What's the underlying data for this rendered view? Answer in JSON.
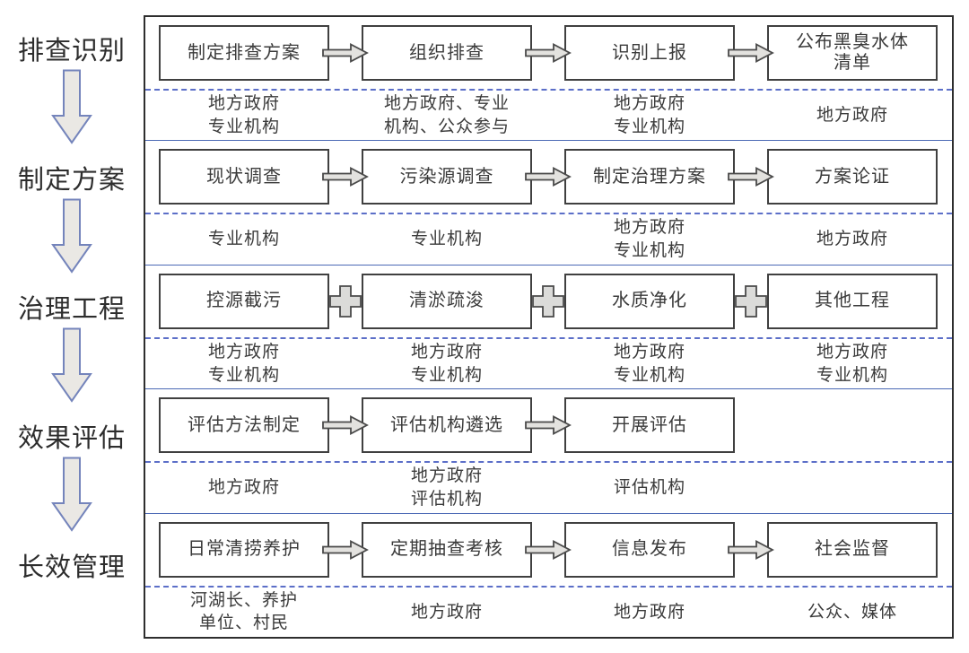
{
  "figure": {
    "description": "黑臭水体治理流程图",
    "columns_per_row": 4
  },
  "colors": {
    "outer_border": "#2e2e2e",
    "box_border": "#404040",
    "solid_separator_blue": "#4b69b5",
    "dashed_separator_blue": "#5c6fc8",
    "connector_fill": "#e3e2df",
    "connector_stroke": "#4a4a4a",
    "plus_fill": "#dbdbd9",
    "stage_arrow_fill": "#eae8e4",
    "stage_arrow_stroke": "#7484bb",
    "text": "#3a3a3a"
  },
  "stages": [
    {
      "label": "排查识别",
      "connector": "arrow",
      "steps": [
        {
          "title": "制定排查方案",
          "actors": "地方政府\n专业机构"
        },
        {
          "title": "组织排查",
          "actors": "地方政府、专业\n机构、公众参与"
        },
        {
          "title": "识别上报",
          "actors": "地方政府\n专业机构"
        },
        {
          "title": "公布黑臭水体\n清单",
          "actors": "地方政府"
        }
      ]
    },
    {
      "label": "制定方案",
      "connector": "arrow",
      "steps": [
        {
          "title": "现状调查",
          "actors": "专业机构"
        },
        {
          "title": "污染源调查",
          "actors": "专业机构"
        },
        {
          "title": "制定治理方案",
          "actors": "地方政府\n专业机构"
        },
        {
          "title": "方案论证",
          "actors": "地方政府"
        }
      ]
    },
    {
      "label": "治理工程",
      "connector": "plus",
      "steps": [
        {
          "title": "控源截污",
          "actors": "地方政府\n专业机构"
        },
        {
          "title": "清淤疏浚",
          "actors": "地方政府\n专业机构"
        },
        {
          "title": "水质净化",
          "actors": "地方政府\n专业机构"
        },
        {
          "title": "其他工程",
          "actors": "地方政府\n专业机构"
        }
      ]
    },
    {
      "label": "效果评估",
      "connector": "arrow",
      "steps": [
        {
          "title": "评估方法制定",
          "actors": "地方政府"
        },
        {
          "title": "评估机构遴选",
          "actors": "地方政府\n评估机构"
        },
        {
          "title": "开展评估",
          "actors": "评估机构"
        },
        null
      ]
    },
    {
      "label": "长效管理",
      "connector": "arrow",
      "steps": [
        {
          "title": "日常清捞养护",
          "actors": "河湖长、养护\n单位、村民"
        },
        {
          "title": "定期抽查考核",
          "actors": "地方政府"
        },
        {
          "title": "信息发布",
          "actors": "地方政府"
        },
        {
          "title": "社会监督",
          "actors": "公众、媒体"
        }
      ]
    }
  ]
}
